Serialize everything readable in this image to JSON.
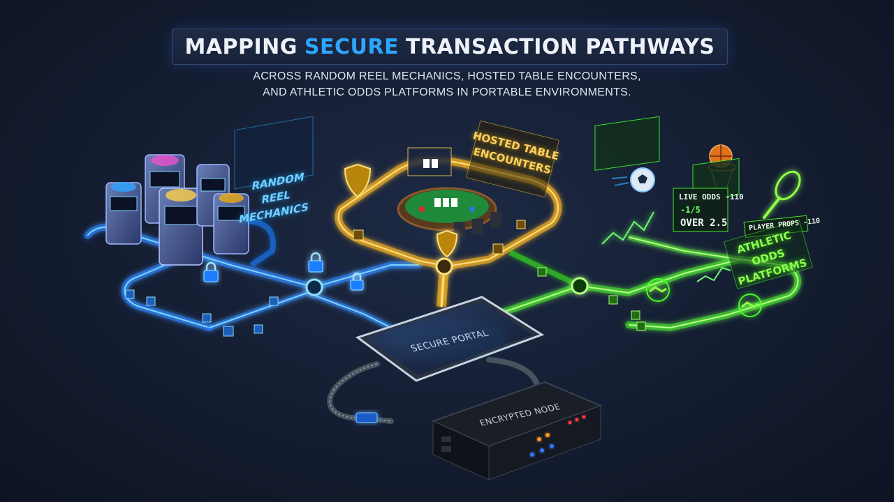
{
  "header": {
    "title_part1": "MAPPING",
    "title_accent": "SECURE",
    "title_part2": "TRANSACTION PATHWAYS",
    "subtitle_line1": "ACROSS RANDOM REEL MECHANICS, HOSTED TABLE ENCOUNTERS,",
    "subtitle_line2": "AND ATHLETIC ODDS PLATFORMS IN PORTABLE ENVIRONMENTS."
  },
  "zones": {
    "reel": {
      "label": "RANDOM REEL MECHANICS",
      "color": "#2ea6ff"
    },
    "table": {
      "label": "HOSTED TABLE ENCOUNTERS",
      "color": "#ffc21a"
    },
    "odds": {
      "label": "ATHLETIC ODDS PLATFORMS",
      "color": "#4cff2a"
    }
  },
  "odds_panel": {
    "line1": "LIVE ODDS -110",
    "line2": "-1/5",
    "line3": "OVER 2.5",
    "line4": "PLAYER PROPS -110"
  },
  "devices": {
    "tablet_label": "SECURE PORTAL",
    "node_label": "ENCRYPTED NODE"
  },
  "icons": [
    "lock-icon",
    "shield-icon",
    "slot-machine-icon",
    "poker-table-icon",
    "soccer-ball-icon",
    "basketball-icon",
    "tennis-racket-icon",
    "handshake-icon",
    "line-chart-icon"
  ]
}
